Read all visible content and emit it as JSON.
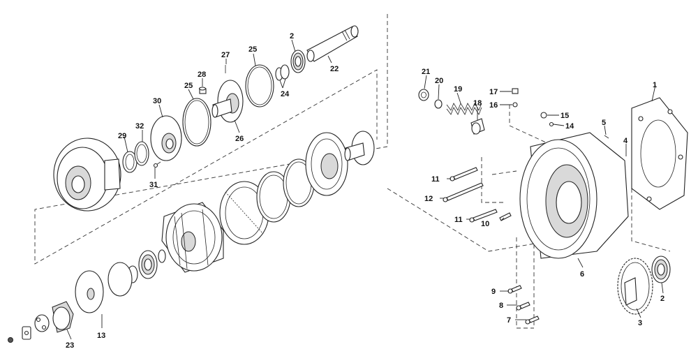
{
  "callouts": {
    "c1": "1",
    "c2a": "2",
    "c2b": "2",
    "c3": "3",
    "c4": "4",
    "c5": "5",
    "c6": "6",
    "c7": "7",
    "c8": "8",
    "c9": "9",
    "c10": "10",
    "c11a": "11",
    "c11b": "11",
    "c12": "12",
    "c13": "13",
    "c14": "14",
    "c15": "15",
    "c16": "16",
    "c17": "17",
    "c18": "18",
    "c19": "19",
    "c20": "20",
    "c21": "21",
    "c22": "22",
    "c23": "23",
    "c24": "24",
    "c25a": "25",
    "c25b": "25",
    "c26": "26",
    "c27": "27",
    "c28": "28",
    "c29": "29",
    "c30": "30",
    "c31": "31",
    "c32": "32"
  }
}
